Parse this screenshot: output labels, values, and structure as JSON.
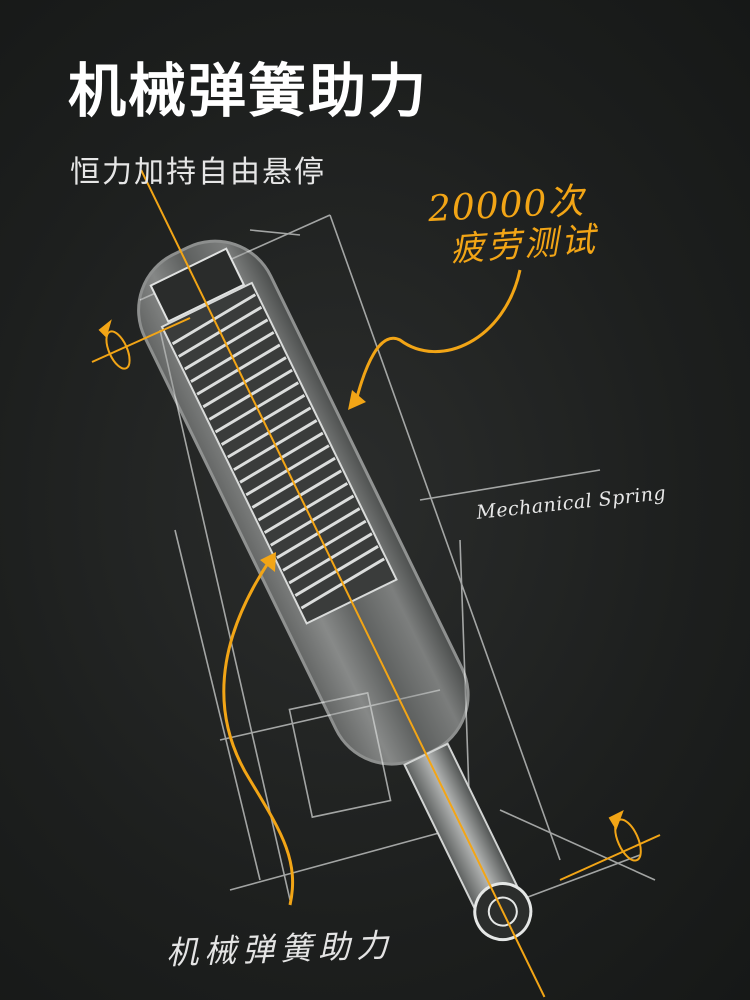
{
  "headline": "机械弹簧助力",
  "subheadline": "恒力加持自由悬停",
  "annotation_test": {
    "count": "20000次",
    "label": "疲劳测试"
  },
  "script_caption": "Mechanical Spring",
  "bottom_label": "机械弹簧助力",
  "colors": {
    "background": "#1d1f1e",
    "accent": "#f2a516",
    "text": "#ffffff"
  }
}
